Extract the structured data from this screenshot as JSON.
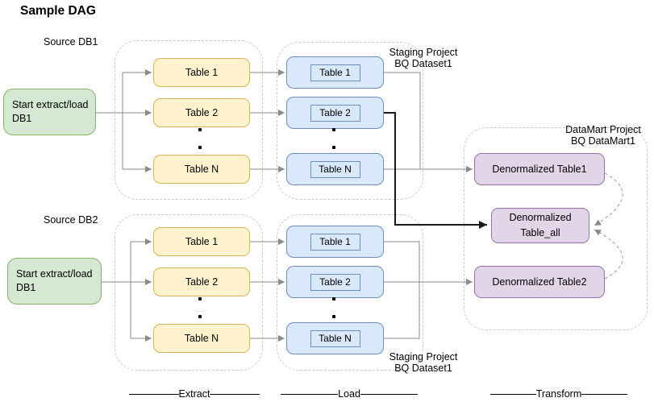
{
  "title": "Sample DAG",
  "rows": [
    {
      "source_label": "Source DB1",
      "start_line1": "Start extract/load",
      "start_line2": "DB1",
      "extract_tables": [
        "Table 1",
        "Table 2",
        "Table N"
      ],
      "load_tables": [
        "Table 1",
        "Table 2",
        "Table N"
      ],
      "staging_line1": "Staging Project",
      "staging_line2": "BQ Dataset1"
    },
    {
      "source_label": "Source DB2",
      "start_line1": "Start extract/load",
      "start_line2": "DB1",
      "extract_tables": [
        "Table 1",
        "Table 2",
        "Table N"
      ],
      "load_tables": [
        "Table 1",
        "Table 2",
        "Table N"
      ],
      "staging_line1": "Staging Project",
      "staging_line2": "BQ Dataset1"
    }
  ],
  "datamart": {
    "label_line1": "DataMart Project",
    "label_line2": "BQ DataMart1",
    "table1": "Denormalized Table1",
    "table_all_line1": "Denormalized",
    "table_all_line2": "Table_all",
    "table2": "Denormalized Table2"
  },
  "stages": {
    "extract": "Extract",
    "load": "Load",
    "transform": "Transform"
  },
  "misc": {
    "ellipsis_dot": "."
  },
  "colors": {
    "start_fill": "#d5e8d4",
    "start_stroke": "#82b366",
    "extract_fill": "#fff2cc",
    "extract_stroke": "#d6b656",
    "load_fill": "#dae8fc",
    "load_stroke": "#6c8ebf",
    "datamart_fill": "#e1d5e7",
    "datamart_stroke": "#9673a6",
    "connector_gray": "#8a8a8a",
    "connector_dark": "#1a1a1a",
    "container_dash": "#c9c9c9"
  }
}
